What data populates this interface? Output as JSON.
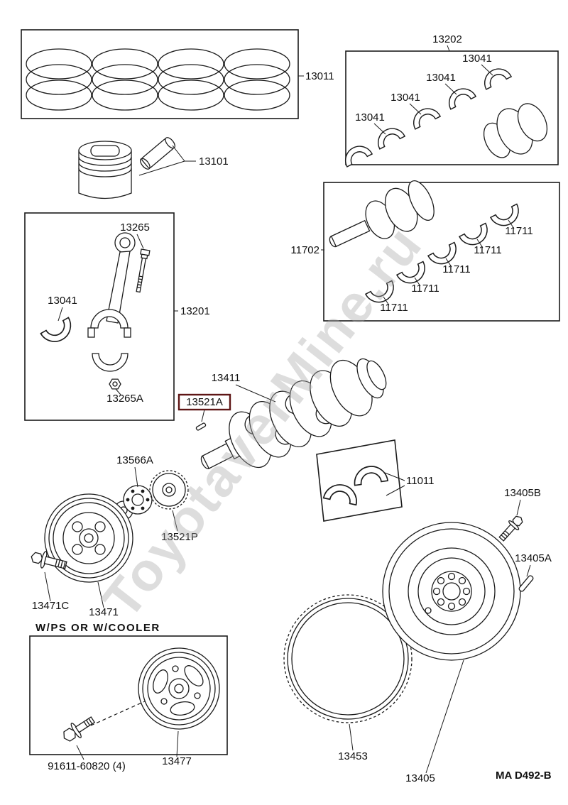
{
  "watermark": "ToyotaverMine.ru",
  "diagram_code": "MA D492-B",
  "labels": {
    "piston_ring_set": "13011",
    "piston_with_pin": "13101",
    "rod_bolt": "13265",
    "rod_bearing": "13041",
    "connecting_rod": "13201",
    "rod_cap_nut": "13265A",
    "main_bearing_set_upper": "13202",
    "upper_bearings": [
      "13041",
      "13041",
      "13041",
      "13041"
    ],
    "crankshaft_assy": "11702",
    "main_bearings": [
      "11711",
      "11711",
      "11711",
      "11711",
      "11711"
    ],
    "crankshaft": "13411",
    "crankshaft_key": "13521A",
    "timing_gear_washer": "13566A",
    "crankshaft_timing_gear": "13521P",
    "pulley_bolt": "13471C",
    "crankshaft_pulley": "13471",
    "thrust_washer_set": "11011",
    "flywheel_bolt": "13405B",
    "flywheel_pin": "13405A",
    "ring_gear": "13453",
    "flywheel": "13405",
    "ps_cooler_note": "W/PS OR W/COOLER",
    "ps_pulley_bolt": "91611-60820 (4)",
    "ps_pulley": "13477"
  }
}
